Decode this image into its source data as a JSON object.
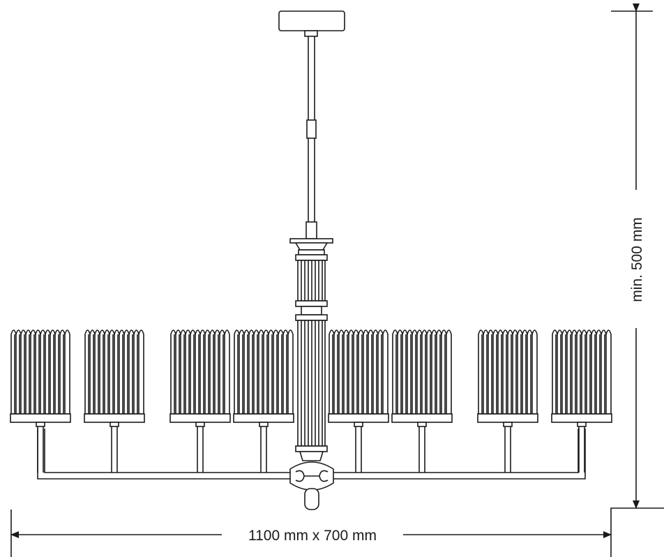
{
  "dimensions": {
    "width_label": "1100 mm x 700 mm",
    "height_label": "min. 500 mm"
  },
  "fixture": {
    "shade_count": 8
  },
  "colors": {
    "line": "#1a1a1a",
    "background": "#ffffff"
  }
}
